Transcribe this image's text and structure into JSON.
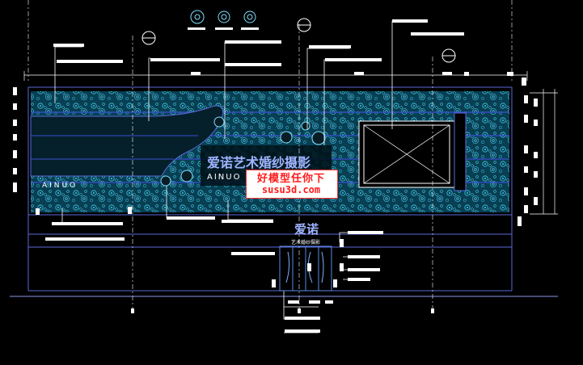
{
  "drawing": {
    "sign_cn": "爱诺艺术婚纱摄影",
    "sign_en": "AINUO W",
    "sign_en_left": "AINUO",
    "door_sign_cn": "爱诺",
    "door_sign_sub": "艺术婚纱摄影"
  },
  "watermark": {
    "line1": "好模型任你下",
    "line2": "susu3d.com"
  },
  "colors": {
    "background": "#000000",
    "panel_fill": "#0a4f66",
    "pattern": "#3fc6e8",
    "frame": "#5a6ad8",
    "leader": "#ffffff",
    "watermark_red": "#ff1a1a"
  }
}
